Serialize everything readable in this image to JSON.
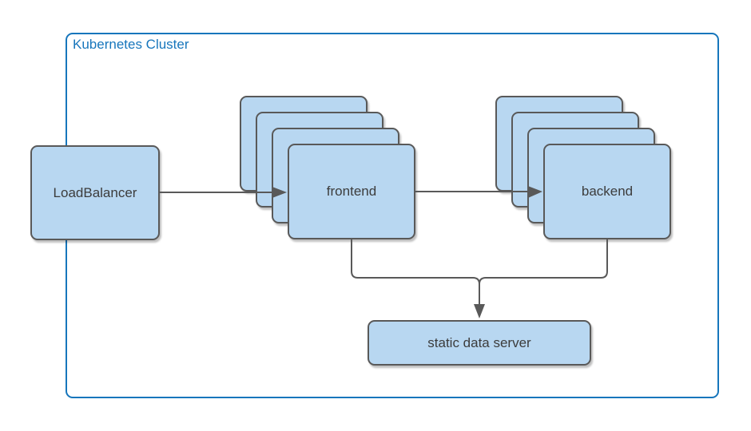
{
  "diagram": {
    "title": "Kubernetes Cluster",
    "cluster": {
      "label": "Kubernetes Cluster",
      "border_color": "#1776BC"
    },
    "nodes": {
      "loadbalancer": {
        "label": "LoadBalancer",
        "replicas": 1,
        "shape": "rounded-rectangle"
      },
      "frontend": {
        "label": "frontend",
        "replicas": 4,
        "shape": "stacked-rounded-rectangles"
      },
      "backend": {
        "label": "backend",
        "replicas": 4,
        "shape": "stacked-rounded-rectangles"
      },
      "static_data_server": {
        "label": "static data server",
        "replicas": 1,
        "shape": "rounded-rectangle"
      }
    },
    "edges": [
      {
        "from": "loadbalancer",
        "to": "frontend",
        "arrow": true
      },
      {
        "from": "frontend",
        "to": "backend",
        "arrow": true
      },
      {
        "from": "frontend",
        "to": "static_data_server",
        "arrow": true
      },
      {
        "from": "backend",
        "to": "static_data_server",
        "arrow": true
      }
    ],
    "colors": {
      "node_fill": "#B8D7F1",
      "node_border": "#595959",
      "edge": "#595959",
      "label_text": "#3C3C3C",
      "cluster_blue": "#1776BC",
      "background": "#FFFFFF"
    }
  }
}
